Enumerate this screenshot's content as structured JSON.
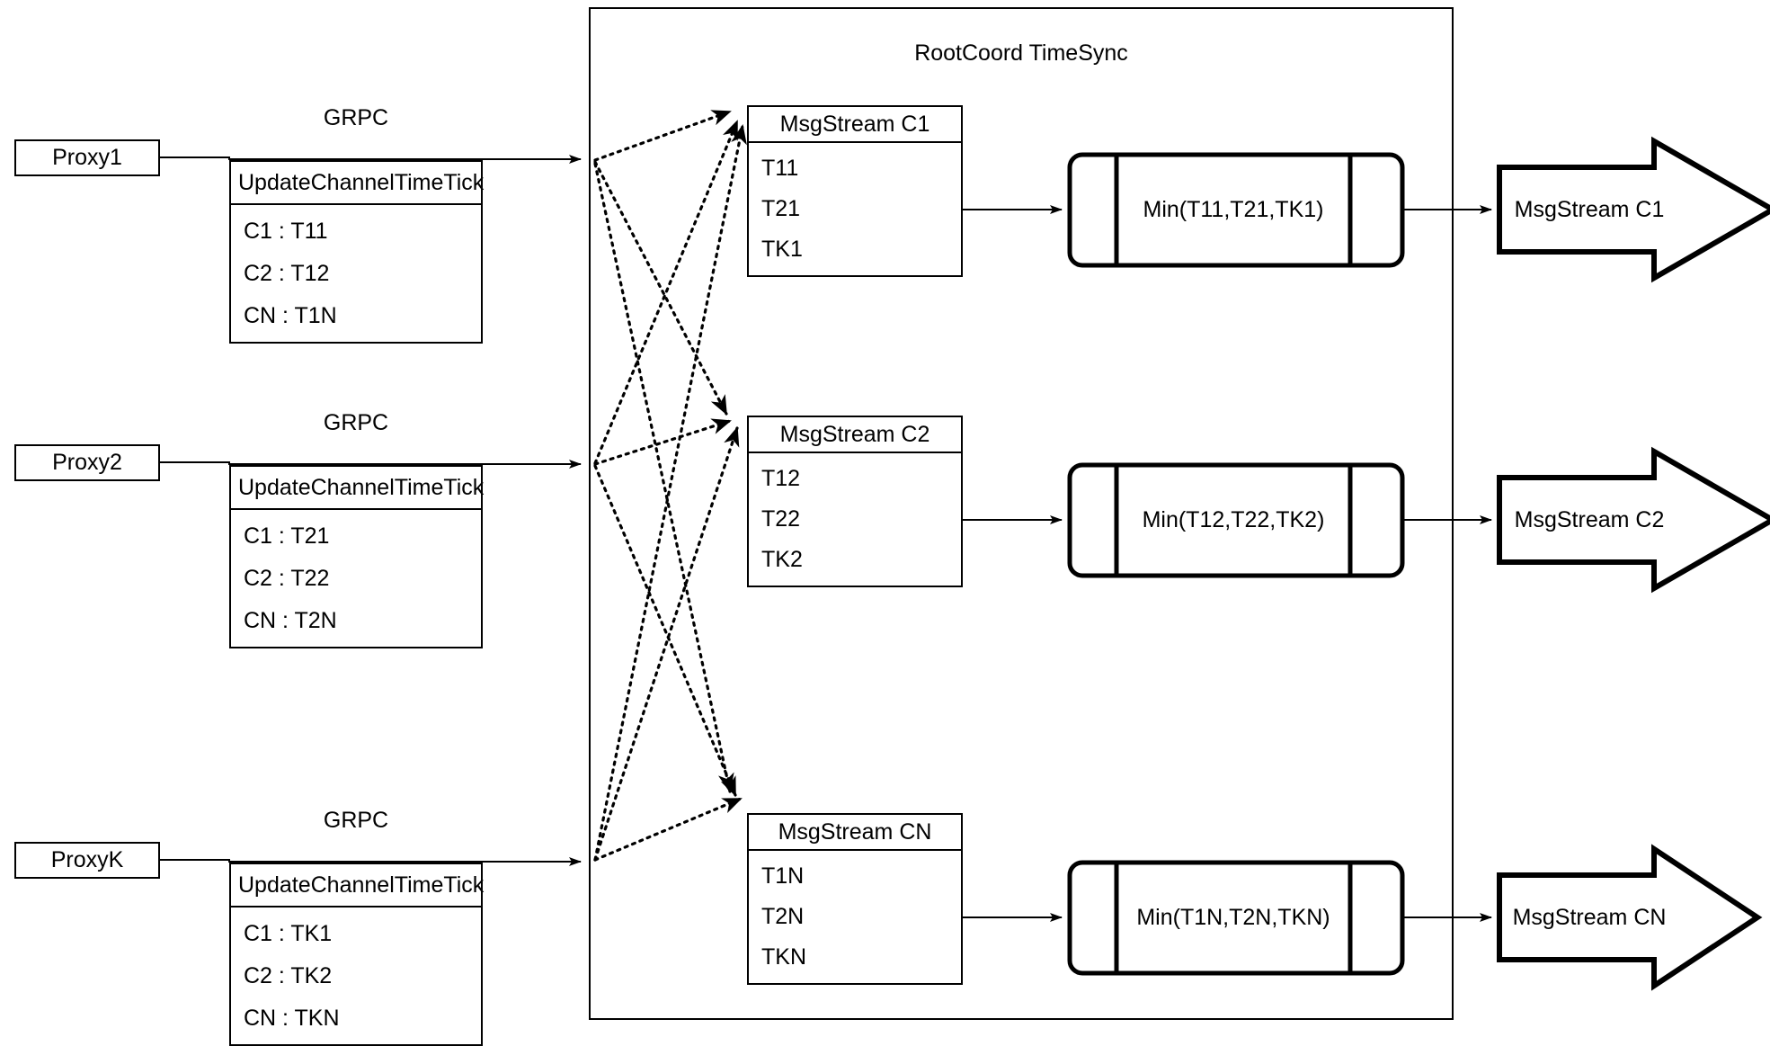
{
  "diagram": {
    "container_title": "RootCoord TimeSync",
    "rpc_label": "GRPC",
    "proxies": [
      {
        "name": "Proxy1",
        "rpc": "GRPC",
        "request_title": "UpdateChannelTimeTick",
        "rows": [
          "C1 :  T11",
          "C2 :  T12",
          "CN : T1N"
        ]
      },
      {
        "name": "Proxy2",
        "rpc": "GRPC",
        "request_title": "UpdateChannelTimeTick",
        "rows": [
          "C1 :  T21",
          "C2 :  T22",
          "CN : T2N"
        ]
      },
      {
        "name": "ProxyK",
        "rpc": "GRPC",
        "request_title": "UpdateChannelTimeTick",
        "rows": [
          "C1 :  TK1",
          "C2 :  TK2",
          "CN : TKN"
        ]
      }
    ],
    "channels": [
      {
        "stream_title": "MsgStream C1",
        "ticks": [
          "T11",
          "T21",
          "TK1"
        ],
        "min_label": "Min(T11,T21,TK1)",
        "output_label": "MsgStream C1"
      },
      {
        "stream_title": "MsgStream C2",
        "ticks": [
          "T12",
          "T22",
          "TK2"
        ],
        "min_label": "Min(T12,T22,TK2)",
        "output_label": "MsgStream C2"
      },
      {
        "stream_title": "MsgStream CN",
        "ticks": [
          "T1N",
          "T2N",
          "TKN"
        ],
        "min_label": "Min(T1N,T2N,TKN)",
        "output_label": "MsgStream CN"
      }
    ],
    "colors": {
      "stroke": "#000000",
      "background": "#ffffff"
    }
  }
}
